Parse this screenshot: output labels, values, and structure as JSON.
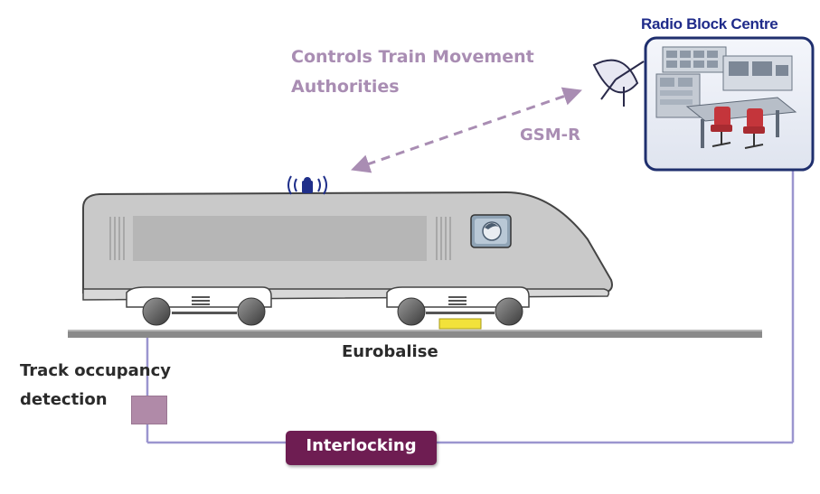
{
  "diagram": {
    "rbc_title": "Radio Block Centre",
    "controls_line1": "Controls Train Movement",
    "controls_line2": "Authorities",
    "gsmr": "GSM-R",
    "eurobalise": "Eurobalise",
    "track_line1": "Track occupancy",
    "track_line2": "detection",
    "interlocking": "Interlocking"
  },
  "colors": {
    "rbc_title": "#1f2b8a",
    "rbc_frame": "#1f2f6e",
    "link_line": "#9b95cf",
    "radio_arrow": "#a98db3",
    "interlocking_box": "#6e1d52",
    "track_detector": "#b08aa8",
    "train_body": "#c8c8c8",
    "eurobalise": "#f2e23a"
  }
}
